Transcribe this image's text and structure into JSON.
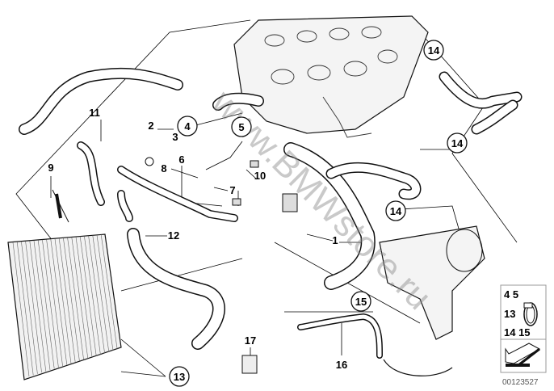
{
  "diagram": {
    "watermark": "www.BMWstore.ru",
    "part_labels": [
      {
        "id": "1",
        "circled": false
      },
      {
        "id": "2",
        "circled": false
      },
      {
        "id": "3",
        "circled": false
      },
      {
        "id": "4",
        "circled": true
      },
      {
        "id": "5",
        "circled": true
      },
      {
        "id": "6",
        "circled": false
      },
      {
        "id": "7",
        "circled": false
      },
      {
        "id": "8",
        "circled": false
      },
      {
        "id": "9",
        "circled": false
      },
      {
        "id": "10",
        "circled": false
      },
      {
        "id": "11",
        "circled": false
      },
      {
        "id": "12",
        "circled": false
      },
      {
        "id": "13",
        "circled": true
      },
      {
        "id": "14",
        "circled": true
      },
      {
        "id": "14",
        "circled": true
      },
      {
        "id": "14",
        "circled": true
      },
      {
        "id": "15",
        "circled": true
      },
      {
        "id": "16",
        "circled": false
      },
      {
        "id": "17",
        "circled": false
      }
    ],
    "legend": {
      "row1": "4 5",
      "row2": "13",
      "row3": "14 15",
      "icon": "hose-clamp-icon",
      "arrow_icon": "direction-arrow-icon"
    },
    "reference_number": "00123527"
  }
}
